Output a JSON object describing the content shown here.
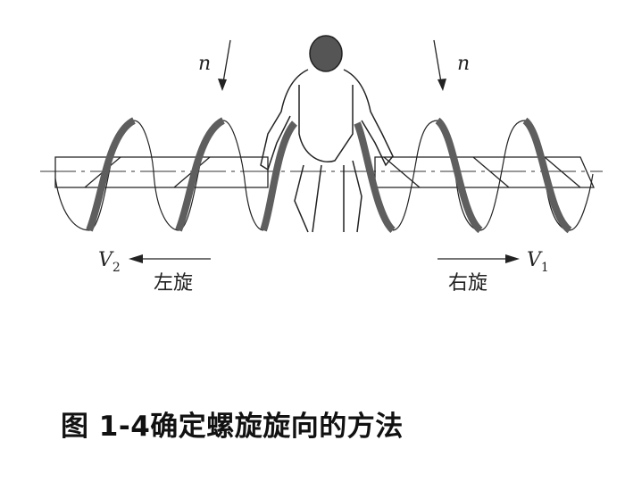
{
  "labels": {
    "n_left": "n",
    "n_right": "n",
    "v2": "V",
    "v2_sub": "2",
    "v1": "V",
    "v1_sub": "1",
    "left_hand": "左旋",
    "right_hand": "右旋"
  },
  "caption": "图 1-4确定螺旋旋向的方法",
  "colors": {
    "coil": "#5e5e5e",
    "line": "#222222"
  }
}
